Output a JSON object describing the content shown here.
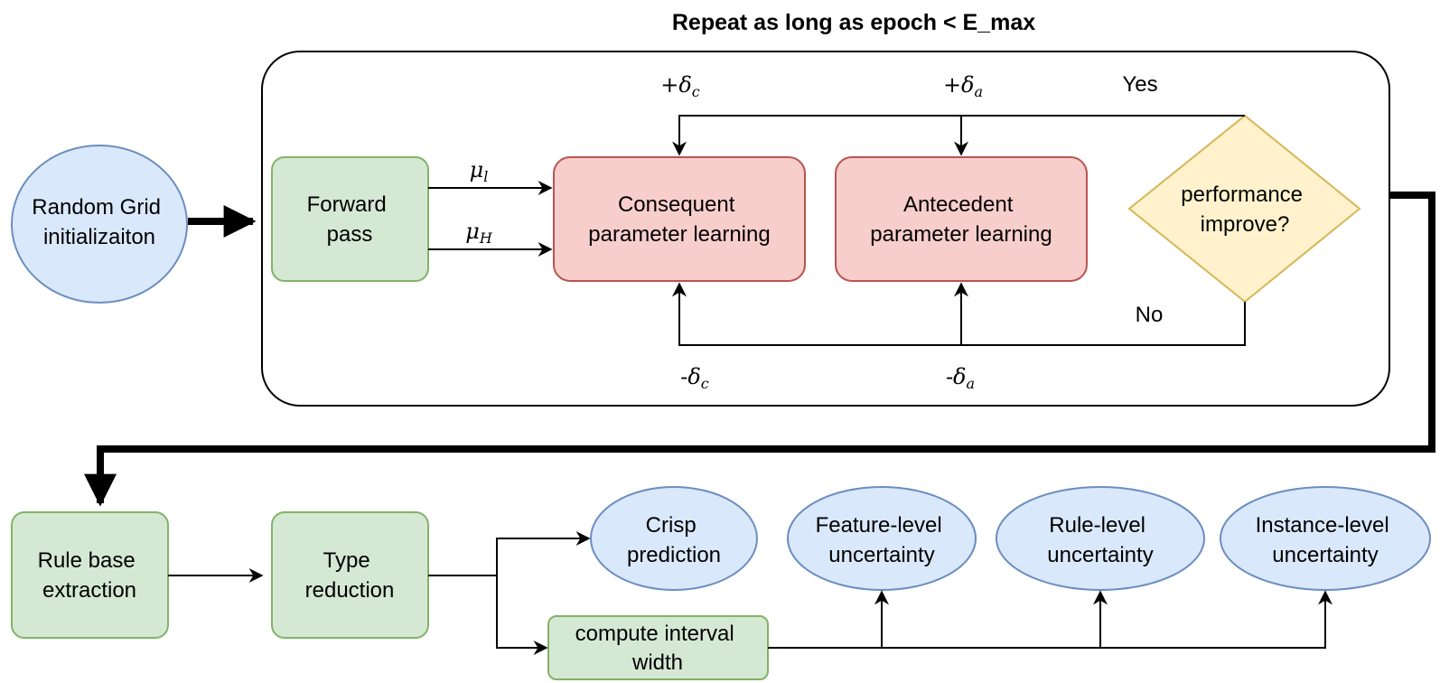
{
  "title": "Repeat as long as epoch < E_max",
  "nodes": {
    "random_grid": [
      "Random Grid",
      "initializaiton"
    ],
    "forward_pass": [
      "Forward",
      "pass"
    ],
    "consequent": [
      "Consequent",
      "parameter learning"
    ],
    "antecedent": [
      "Antecedent",
      "parameter learning"
    ],
    "performance": [
      "performance",
      "improve?"
    ],
    "rule_base": [
      "Rule base",
      "extraction"
    ],
    "type_reduction": [
      "Type",
      "reduction"
    ],
    "crisp": [
      "Crisp",
      "prediction"
    ],
    "feature_unc": [
      "Feature-level",
      "uncertainty"
    ],
    "rule_unc": [
      "Rule-level",
      "uncertainty"
    ],
    "instance_unc": [
      "Instance-level",
      "uncertainty"
    ],
    "interval_width": [
      "compute interval",
      "width"
    ]
  },
  "edge_labels": {
    "mu_l": {
      "sym": "μ",
      "sub": "l"
    },
    "mu_H": {
      "sym": "μ",
      "sub": "H"
    },
    "plus_delta_c": {
      "pre": "+",
      "sym": "δ",
      "sub": "c"
    },
    "plus_delta_a": {
      "pre": "+",
      "sym": "δ",
      "sub": "a"
    },
    "minus_delta_c": {
      "pre": "-",
      "sym": "δ",
      "sub": "c"
    },
    "minus_delta_a": {
      "pre": "-",
      "sym": "δ",
      "sub": "a"
    },
    "yes": "Yes",
    "no": "No"
  },
  "colors": {
    "green_fill": "#d5e8d4",
    "green_stroke": "#82b366",
    "red_fill": "#f8cecc",
    "red_stroke": "#b85450",
    "blue_fill": "#dae8fc",
    "blue_stroke": "#6c8ebf",
    "yellow_fill": "#fff2cc",
    "yellow_stroke": "#d6b656"
  }
}
